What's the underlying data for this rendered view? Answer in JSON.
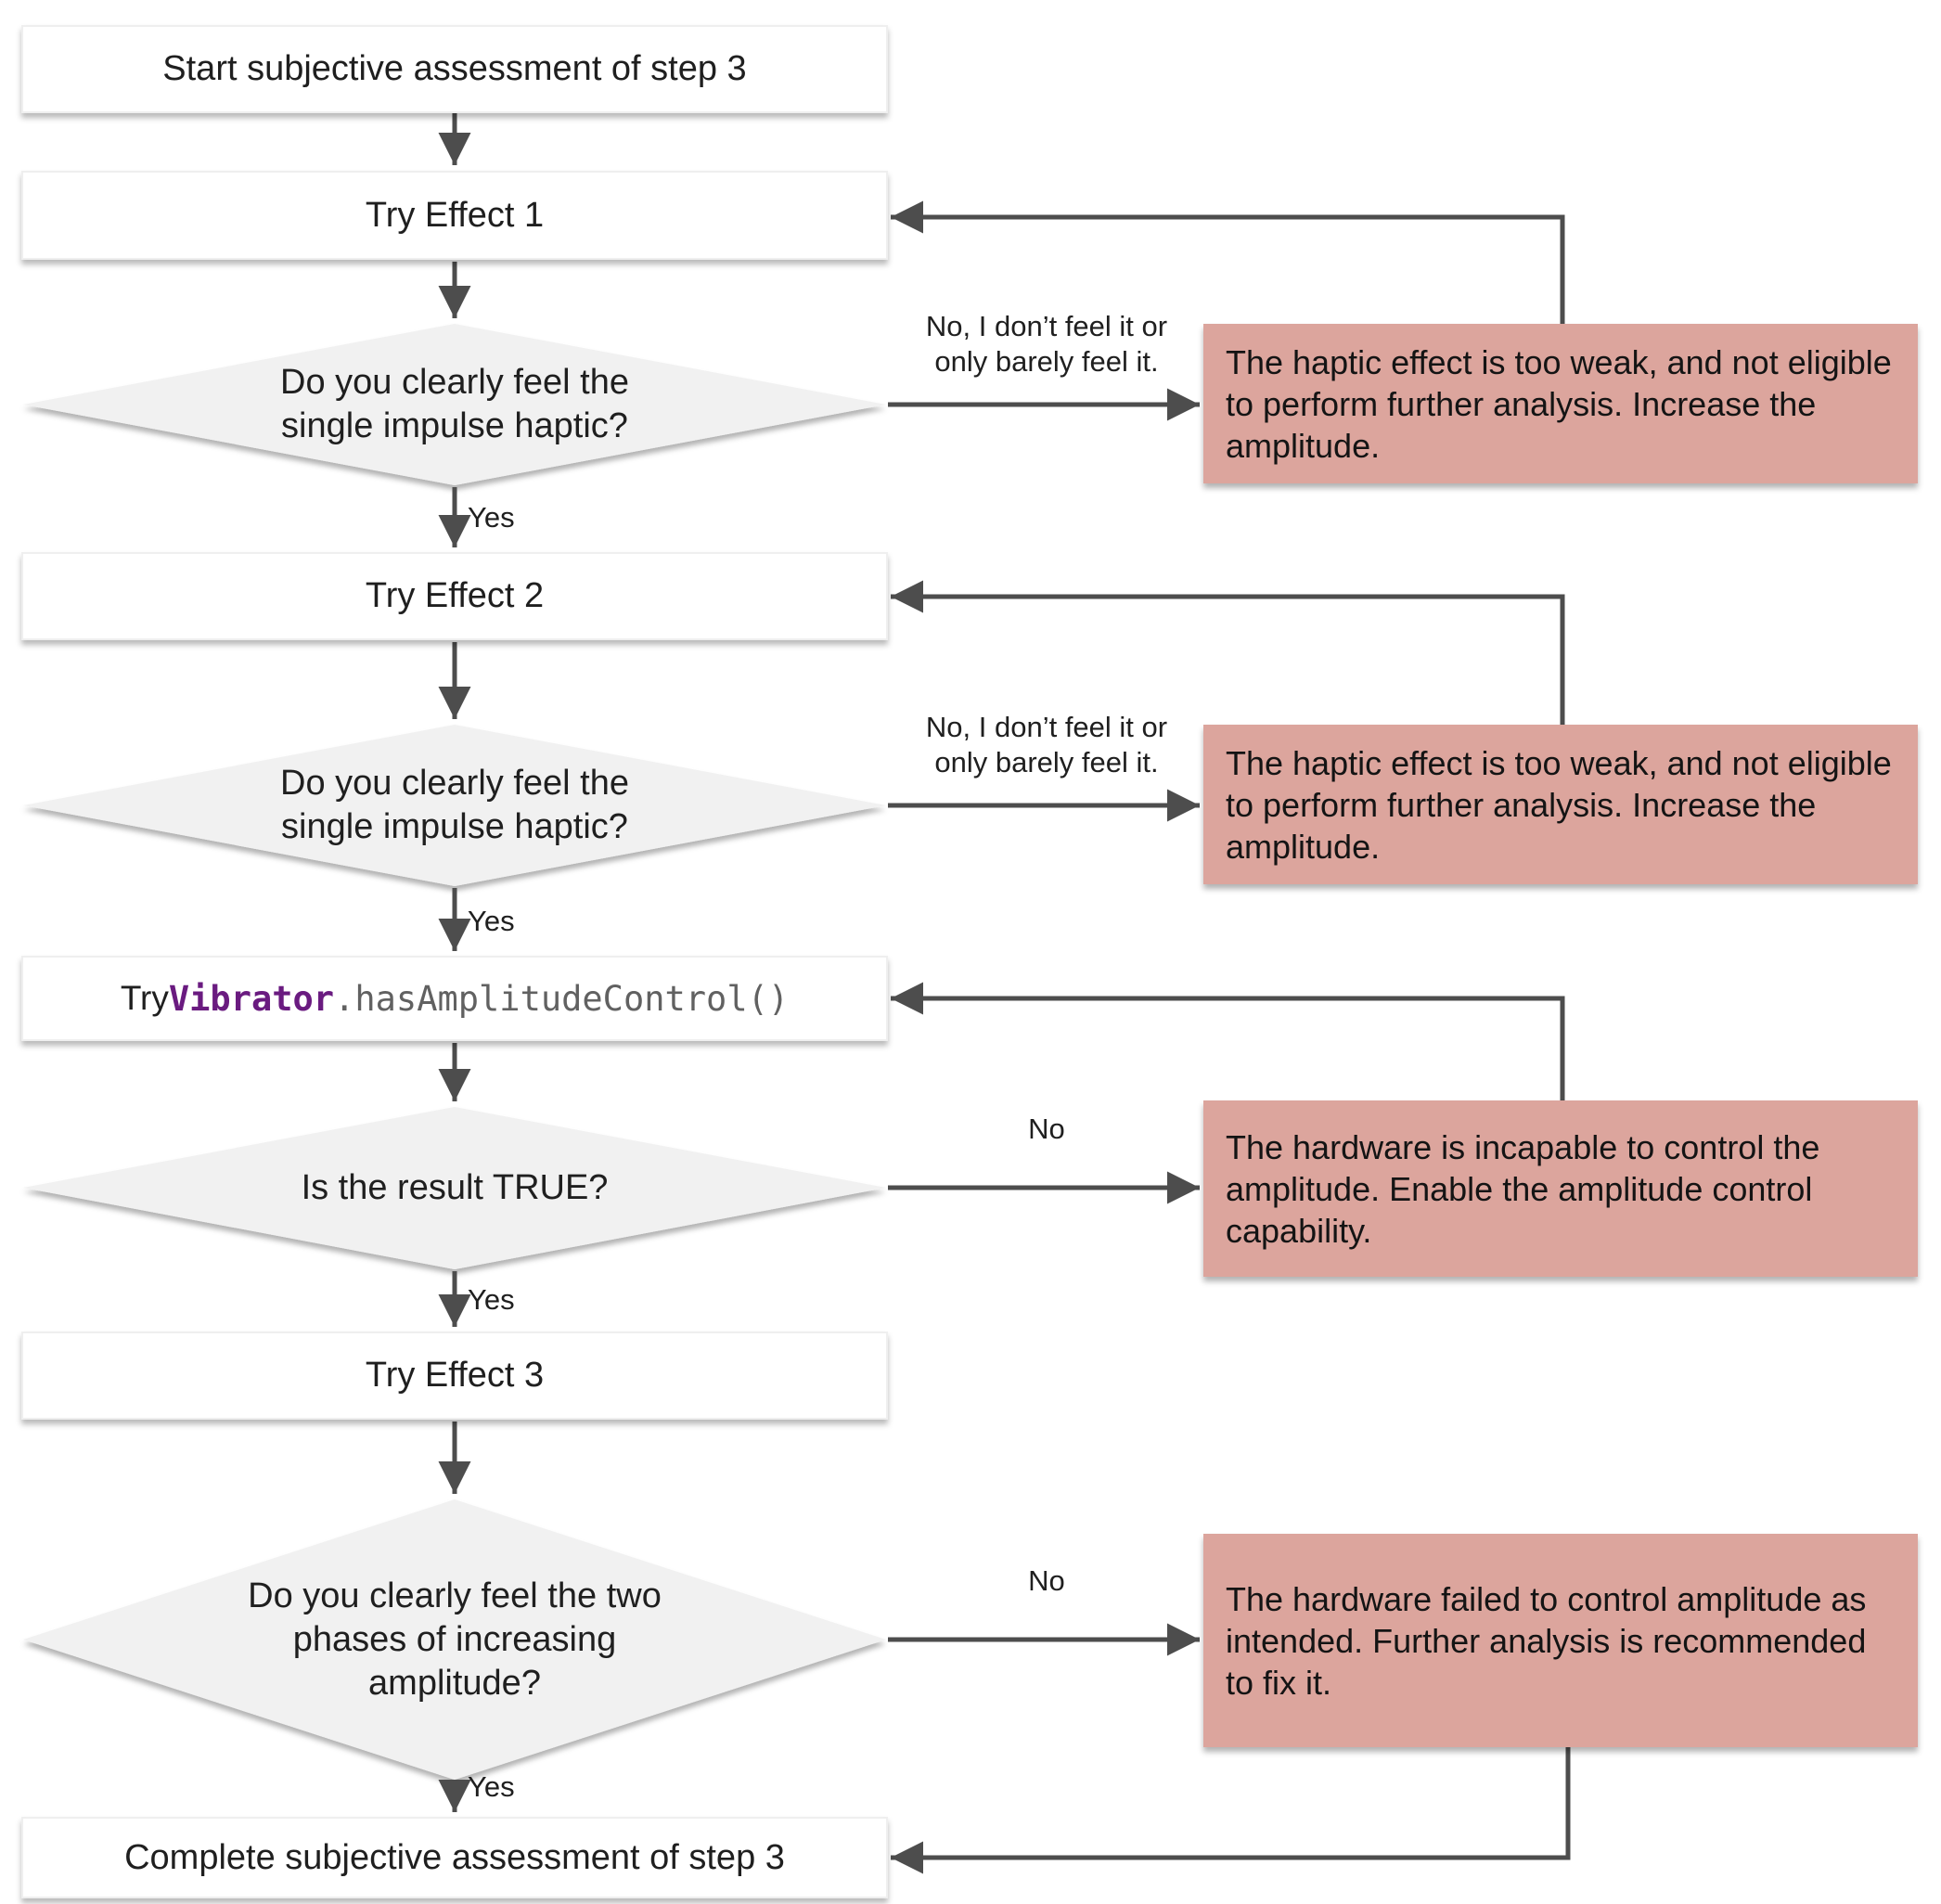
{
  "flow": {
    "nodes": {
      "start": {
        "label": "Start subjective assessment of step 3"
      },
      "try_effect_1": {
        "label": "Try Effect 1"
      },
      "decision_impulse_1": {
        "line1": "Do you clearly feel the",
        "line2": "single impulse haptic?"
      },
      "alert_weak_1": {
        "text": "The haptic effect is too weak, and not eligible to perform further analysis. Increase the amplitude."
      },
      "try_effect_2": {
        "label": "Try Effect 2"
      },
      "decision_impulse_2": {
        "line1": "Do you clearly feel the",
        "line2": "single impulse haptic?"
      },
      "alert_weak_2": {
        "text": "The haptic effect is too weak, and not eligible to perform further analysis. Increase the amplitude."
      },
      "api_call": {
        "prefix": "Try ",
        "class_name": "Vibrator",
        "method": ".hasAmplitudeControl()"
      },
      "decision_result_true": {
        "label": "Is the result TRUE?"
      },
      "alert_incapable": {
        "text": "The hardware is incapable to control the amplitude. Enable the amplitude control capability."
      },
      "try_effect_3": {
        "label": "Try Effect 3"
      },
      "decision_two_phases": {
        "line1": "Do you clearly feel the two",
        "line2": "phases of increasing",
        "line3": "amplitude?"
      },
      "alert_failed": {
        "text": "The hardware failed to control amplitude as intended. Further analysis is recommended to fix it."
      },
      "complete": {
        "label": "Complete subjective assessment of step 3"
      }
    },
    "edge_labels": {
      "no_feel_1": {
        "line1": "No, I don’t feel it or",
        "line2": "only barely feel it."
      },
      "no_feel_2": {
        "line1": "No, I don’t feel it or",
        "line2": "only barely feel it."
      },
      "no_result": "No",
      "no_phases": "No",
      "yes_1": "Yes",
      "yes_2": "Yes",
      "yes_3": "Yes",
      "yes_4": "Yes"
    },
    "colors": {
      "alert_fill": "#dca59d",
      "decision_fill": "#f1f1f1",
      "connector": "#4d4d4d",
      "code_class_color": "#6a1b80",
      "code_method_color": "#616161"
    }
  }
}
